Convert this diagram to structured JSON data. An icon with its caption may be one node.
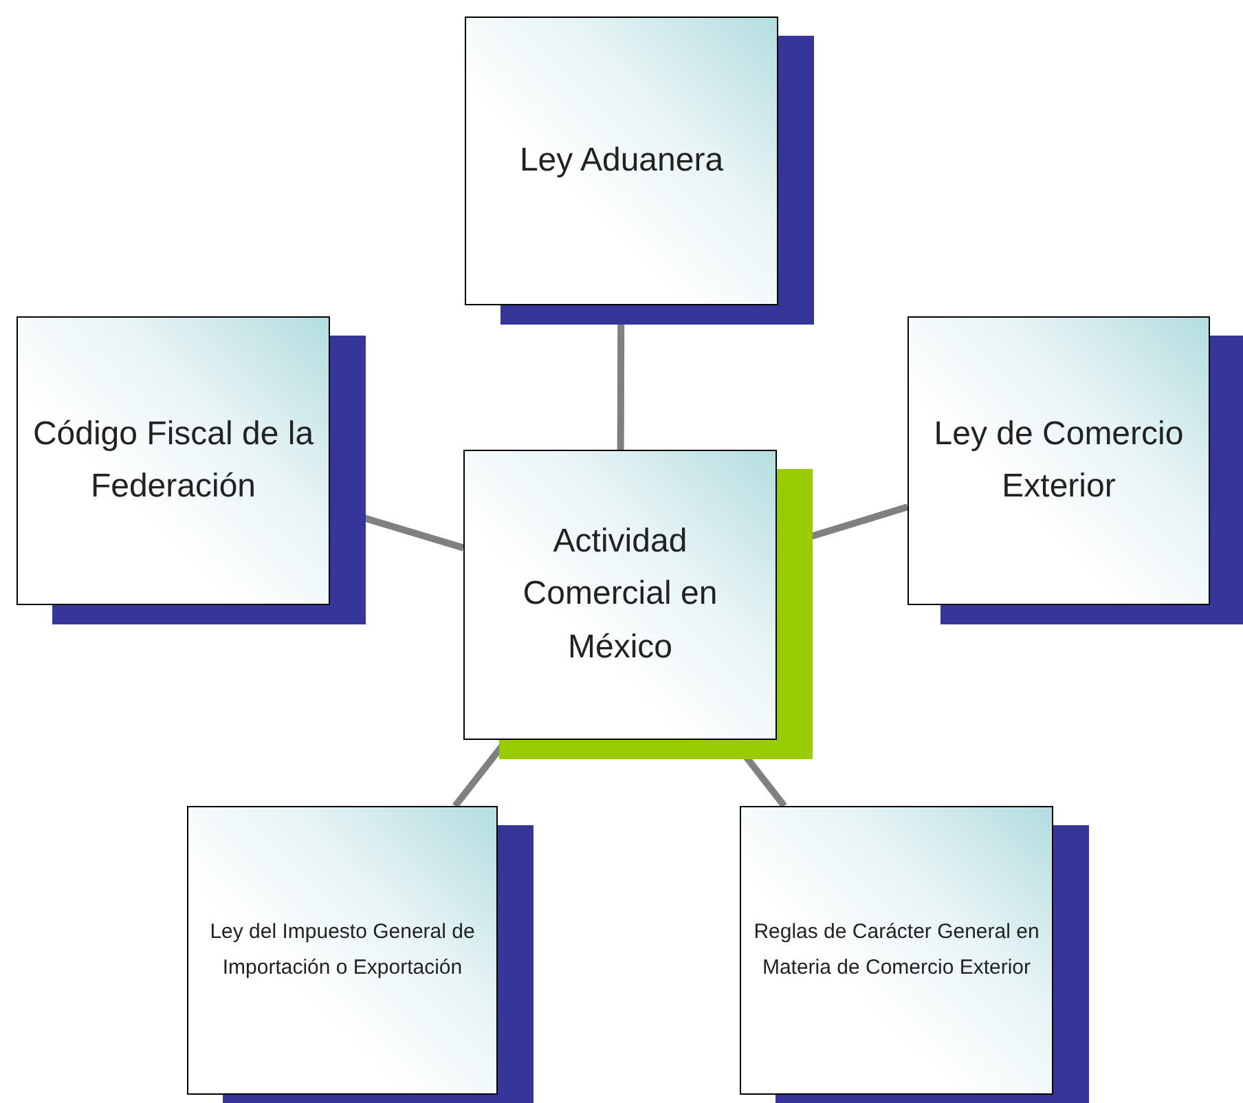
{
  "diagram": {
    "nodes": [
      {
        "text": [
          "Ley Aduanera"
        ]
      },
      {
        "text": [
          "Código Fiscal de la Federación"
        ]
      },
      {
        "text": [
          "Ley de Comercio Exterior"
        ]
      },
      {
        "text": [
          "Actividad Comercial en México"
        ]
      },
      {
        "text": [
          "Ley del Impuesto General de Importación o Exportación"
        ]
      },
      {
        "text": [
          "Reglas de Carácter General en Materia de Comercio Exterior"
        ]
      }
    ],
    "edges": [
      {
        "from": 3,
        "to": 0,
        "arrow": "none"
      },
      {
        "from": 3,
        "to": 1,
        "arrow": "none"
      },
      {
        "from": 3,
        "to": 2,
        "arrow": "none"
      },
      {
        "from": 3,
        "to": 4,
        "arrow": "none"
      },
      {
        "from": 3,
        "to": 5,
        "arrow": "none"
      }
    ]
  }
}
